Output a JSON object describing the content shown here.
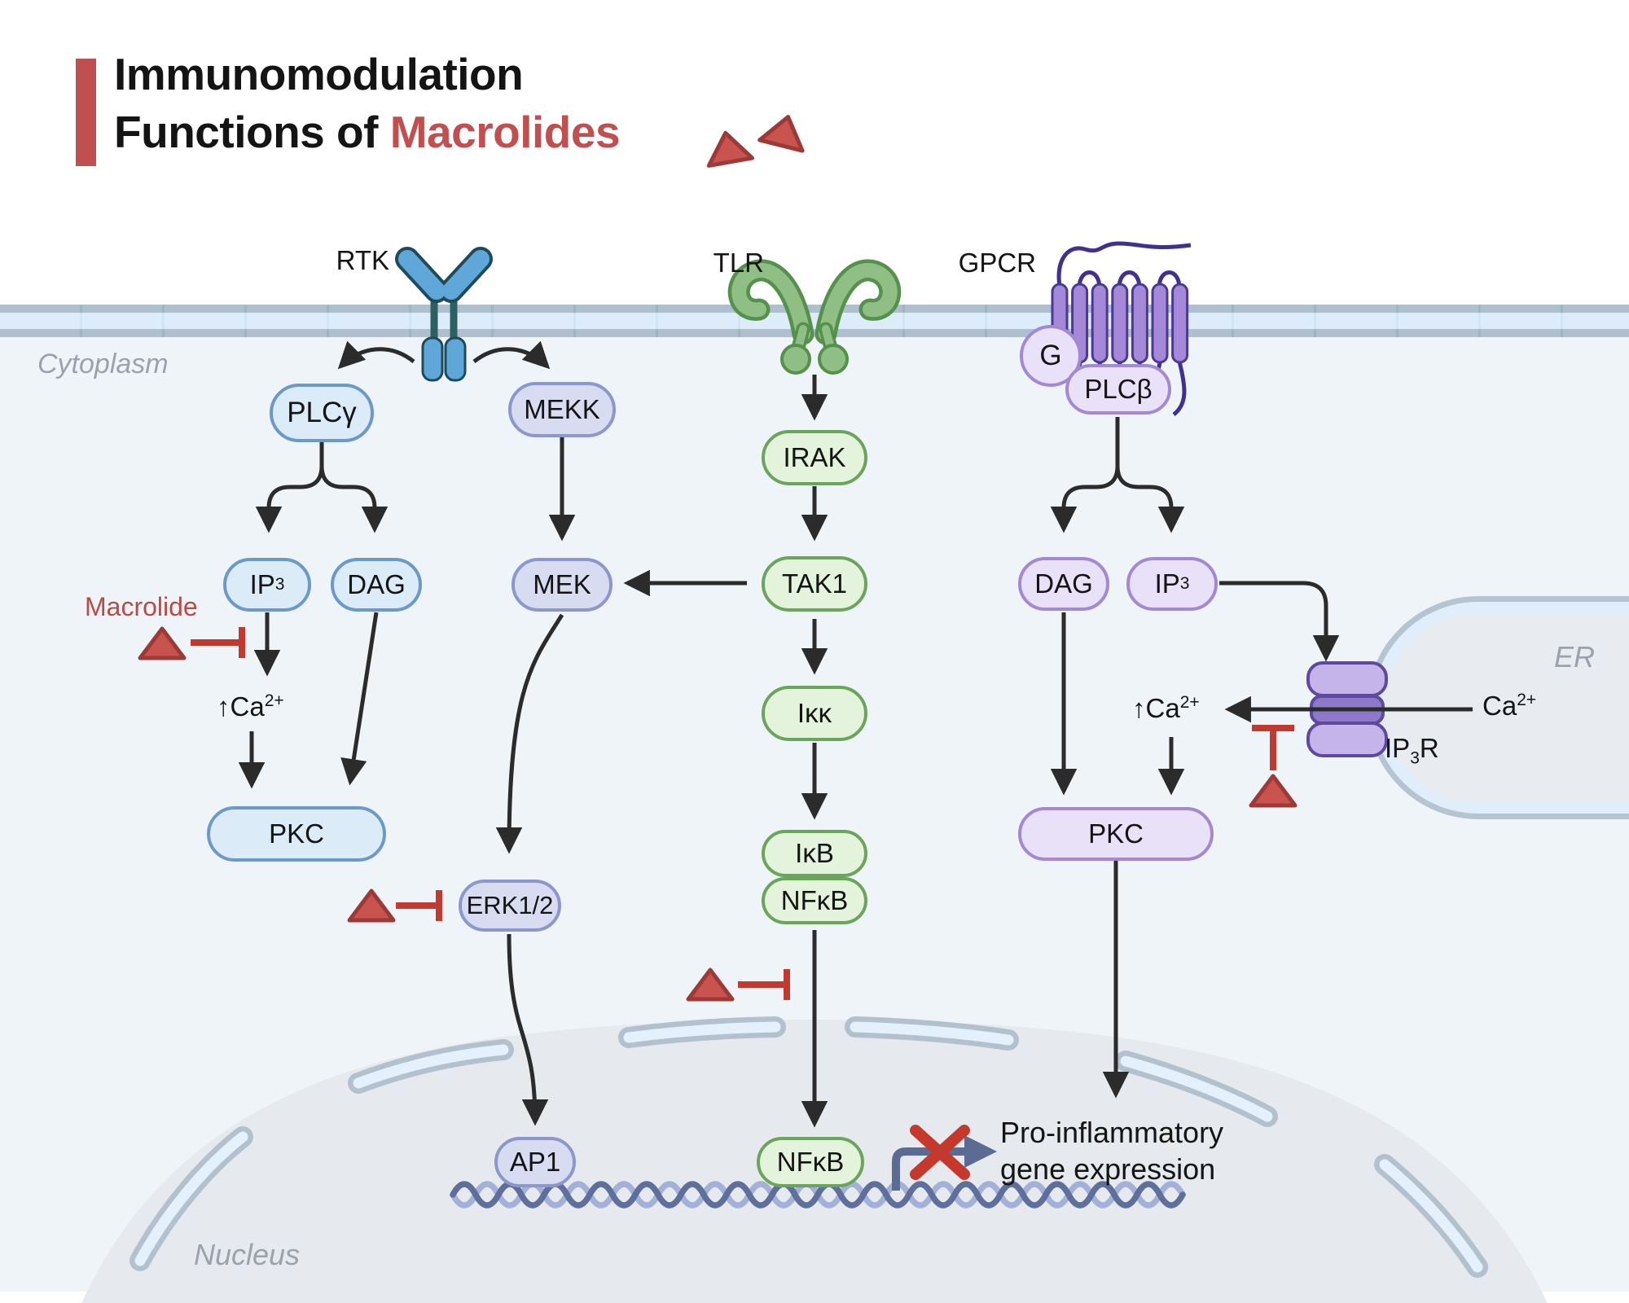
{
  "title": {
    "line1": "Immunomodulation",
    "line2_prefix": "Functions of ",
    "line2_highlight": "Macrolides"
  },
  "compartments": {
    "cytoplasm": "Cytoplasm",
    "nucleus": "Nucleus",
    "er": "ER"
  },
  "receptors": {
    "rtk": "RTK",
    "tlr": "TLR",
    "gpcr": "GPCR"
  },
  "nodes": {
    "plc_gamma": "PLCγ",
    "mekk": "MEKK",
    "mek": "MEK",
    "erk": "ERK1/2",
    "irak": "IRAK",
    "tak1": "TAK1",
    "ikk": "Iκκ",
    "ikb": "IκB",
    "nfkb": "NFκB",
    "pkc": "PKC",
    "dag": "DAG",
    "ap1": "AP1",
    "g_protein": "G",
    "plc_beta": "PLCβ",
    "ip3_base": "IP",
    "ip3_sub": "3"
  },
  "labels": {
    "macrolide": "Macrolide",
    "ca_up_prefix": "↑Ca",
    "ca_base": "Ca",
    "ca_sup": "2+",
    "ip3r_base": "IP",
    "ip3r_sub": "3",
    "ip3r_suffix": "R",
    "gene_line1": "Pro-inflammatory",
    "gene_line2": "gene expression"
  },
  "colors": {
    "accent_red": "#c0504f",
    "inhibit_red": "#c03a32",
    "triangle_fill": "#c9534f",
    "triangle_stroke": "#9c3a38",
    "node_blue_border": "#6b9ac9",
    "node_green_border": "#6ba55c",
    "node_lavender_border": "#8d97cc",
    "node_purple_border": "#a388d2",
    "membrane_gray": "#b0bfcd",
    "dna_dark": "#5f6f9c",
    "dna_light": "#a3b1d8",
    "promoter_blue": "#5c6b94"
  }
}
